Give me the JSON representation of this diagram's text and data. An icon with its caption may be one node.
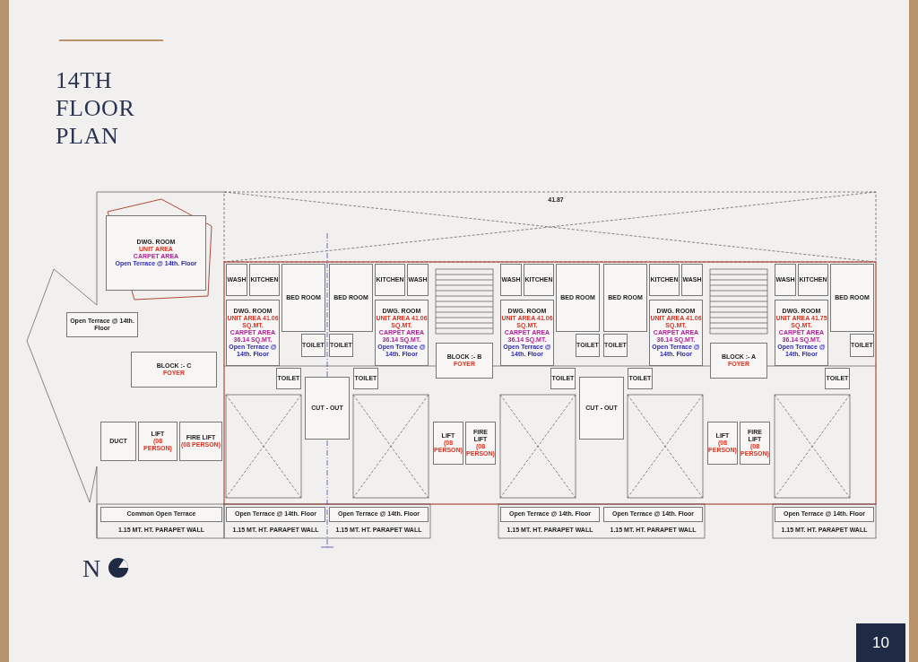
{
  "diagram": {
    "title": "14TH FLOOR PLAN",
    "nodes": [
      {
        "text": [
          "WASH"
        ]
      },
      {
        "text": [
          "KITCHEN"
        ]
      },
      {
        "text": [
          "BED ROOM"
        ]
      },
      {
        "text": [
          "DWG. ROOM",
          "UNIT AREA 41.06 SQ.MT.",
          "CARPET AREA 36.14 SQ.MT.",
          "Open Terrace @ 14th. Floor"
        ]
      },
      {
        "text": [
          "TOILET"
        ]
      },
      {
        "text": [
          "TOILET"
        ]
      },
      {
        "text": [
          "WASH"
        ]
      },
      {
        "text": [
          "KITCHEN"
        ]
      },
      {
        "text": [
          "BED ROOM"
        ]
      },
      {
        "text": [
          "DWG. ROOM",
          "UNIT AREA 41.06 SQ.MT.",
          "CARPET AREA 36.14 SQ.MT.",
          "Open Terrace @ 14th. Floor"
        ]
      },
      {
        "text": [
          "TOILET"
        ]
      },
      {
        "text": [
          "TOILET"
        ]
      },
      {
        "text": [
          "CUT - OUT"
        ]
      },
      {
        "text": [
          "BLOCK :- B",
          "FOYER"
        ]
      },
      {
        "text": [
          "LIFT",
          "(08 PERSON)"
        ]
      },
      {
        "text": [
          "FIRE LIFT",
          "(08 PERSON)"
        ]
      },
      {
        "text": [
          "WASH"
        ]
      },
      {
        "text": [
          "KITCHEN"
        ]
      },
      {
        "text": [
          "BED ROOM"
        ]
      },
      {
        "text": [
          "DWG. ROOM",
          "UNIT AREA 41.06 SQ.MT.",
          "CARPET AREA 36.14 SQ.MT.",
          "Open Terrace @ 14th. Floor"
        ]
      },
      {
        "text": [
          "TOILET"
        ]
      },
      {
        "text": [
          "TOILET"
        ]
      },
      {
        "text": [
          "WASH"
        ]
      },
      {
        "text": [
          "KITCHEN"
        ]
      },
      {
        "text": [
          "BED ROOM"
        ]
      },
      {
        "text": [
          "DWG. ROOM",
          "UNIT AREA 41.06 SQ.MT.",
          "CARPET AREA 36.14 SQ.MT.",
          "Open Terrace @ 14th. Floor"
        ]
      },
      {
        "text": [
          "TOILET"
        ]
      },
      {
        "text": [
          "TOILET"
        ]
      },
      {
        "text": [
          "CUT - OUT"
        ]
      },
      {
        "text": [
          "BLOCK :- A",
          "FOYER"
        ]
      },
      {
        "text": [
          "LIFT",
          "(08 PERSON)"
        ]
      },
      {
        "text": [
          "FIRE LIFT",
          "(08 PERSON)"
        ]
      },
      {
        "text": [
          "WASH"
        ]
      },
      {
        "text": [
          "KITCHEN"
        ]
      },
      {
        "text": [
          "BED ROOM"
        ]
      },
      {
        "text": [
          "DWG. ROOM",
          "UNIT AREA 41.75 SQ.MT.",
          "CARPET AREA 36.14 SQ.MT.",
          "Open Terrace @ 14th. Floor"
        ]
      },
      {
        "text": [
          "TOILET"
        ]
      },
      {
        "text": [
          "TOILET"
        ]
      },
      {
        "text": [
          "DWG. ROOM",
          "UNIT AREA",
          "CARPET AREA",
          "Open Terrace @ 14th. Floor"
        ]
      },
      {
        "text": [
          "BLOCK :- C",
          "FOYER"
        ]
      },
      {
        "text": [
          "DUCT"
        ]
      },
      {
        "text": [
          "LIFT",
          "(08 PERSON)"
        ]
      },
      {
        "text": [
          "FIRE LIFT",
          "(08 PERSON)"
        ]
      },
      {
        "text": [
          "Common Open Terrace"
        ]
      },
      {
        "text": [
          "Open Terrace @ 14th. Floor"
        ]
      },
      {
        "text": [
          "Open Terrace @ 14th. Floor"
        ]
      },
      {
        "text": [
          "Open Terrace @ 14th. Floor"
        ]
      },
      {
        "text": [
          "Open Terrace @ 14th. Floor"
        ]
      },
      {
        "text": [
          "Open Terrace @ 14th. Floor"
        ]
      },
      {
        "text": [
          "Open Terrace @ 14th. Floor"
        ]
      }
    ],
    "labels": [
      "41.87",
      "1.15 MT. HT. PARAPET WALL",
      "1.15 MT. HT. PARAPET WALL",
      "1.15 MT. HT. PARAPET WALL",
      "1.15 MT. HT. PARAPET WALL",
      "1.15 MT. HT. PARAPET WALL",
      "1.15 MT. HT. PARAPET WALL",
      "N",
      "10"
    ]
  }
}
